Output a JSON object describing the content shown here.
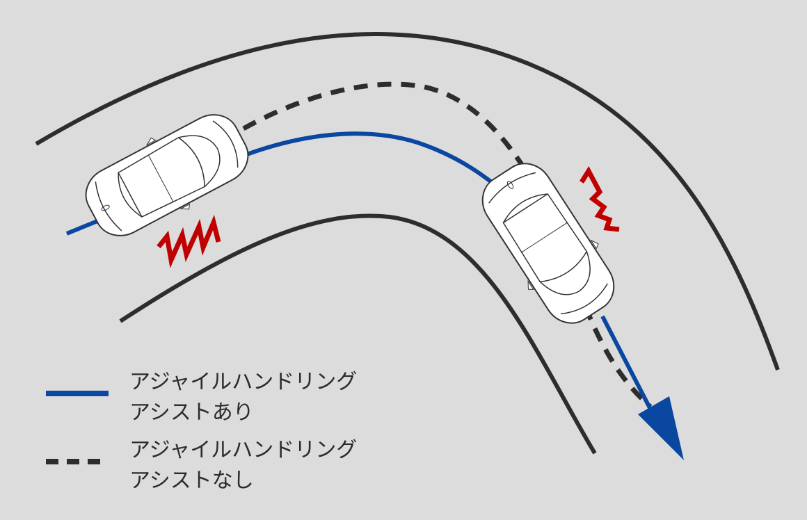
{
  "colors": {
    "background": "#dcdcdc",
    "road_edge": "#2d2d2d",
    "assist_path": "#0a47a0",
    "no_assist_path": "#2d2d2d",
    "vibration_mark": "#c00000",
    "car_body": "#ffffff",
    "car_outline": "#333333"
  },
  "icons": {
    "car_before": "car-top-view-icon",
    "car_after": "car-top-view-icon",
    "vibration": "zigzag-vibration-icon",
    "direction": "arrowhead-icon"
  },
  "legend": [
    {
      "style": "solid",
      "line1": "アジャイルハンドリング",
      "line2": "アシストあり"
    },
    {
      "style": "dashed",
      "line1": "アジャイルハンドリング",
      "line2": "アシストなし"
    }
  ]
}
